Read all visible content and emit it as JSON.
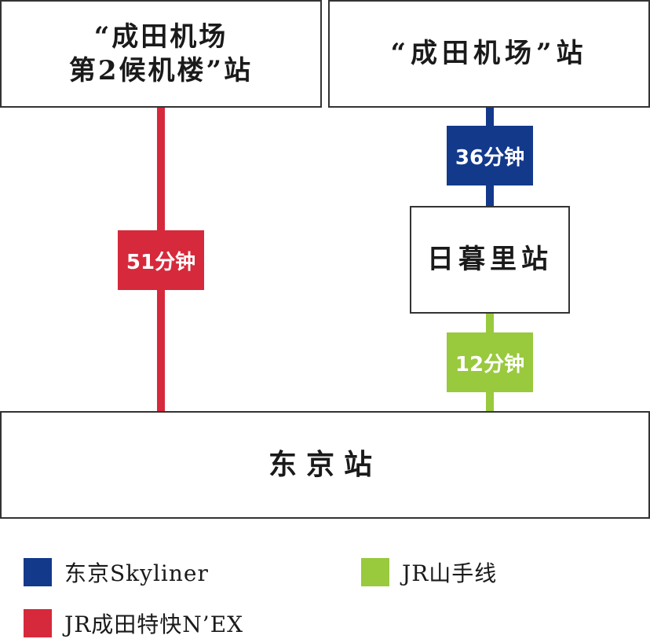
{
  "stations": {
    "narita_t2": "“成田机场\n第2候机楼”站",
    "narita": "“成田机场”站",
    "nippori": "日暮里站",
    "tokyo": "东京站"
  },
  "routes": {
    "nex_time": "51分钟",
    "skyliner_time": "36分钟",
    "yamanote_time": "12分钟"
  },
  "colors": {
    "skyliner": "#13398b",
    "nex": "#d6293b",
    "yamanote": "#99c93d"
  },
  "legend": [
    {
      "label": "东京Skyliner",
      "color": "#13398b"
    },
    {
      "label": "JR山手线",
      "color": "#99c93d"
    },
    {
      "label": "JR成田特快N’EX",
      "color": "#d6293b"
    }
  ]
}
